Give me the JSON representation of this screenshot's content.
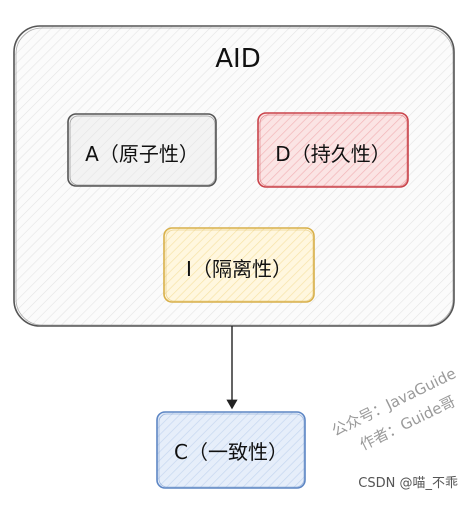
{
  "diagram": {
    "title": "AID",
    "nodes": {
      "atomicity": {
        "label": "A（原子性）",
        "fill": "#f1f1f1",
        "stroke": "#555555"
      },
      "durability": {
        "label": "D（持久性）",
        "fill": "#f8d9d9",
        "stroke": "#c9434a"
      },
      "isolation": {
        "label": "I（隔离性）",
        "fill": "#fff3d0",
        "stroke": "#d8b04a"
      },
      "consistency": {
        "label": "C（一致性）",
        "fill": "#dde8f7",
        "stroke": "#5d86c4"
      }
    },
    "edges": [
      {
        "from": "AID",
        "to": "C（一致性）"
      }
    ]
  },
  "watermark": {
    "line1": "公众号：JavaGuide",
    "line2": "作者：Guide哥"
  },
  "credit": "CSDN @喵_不乖"
}
